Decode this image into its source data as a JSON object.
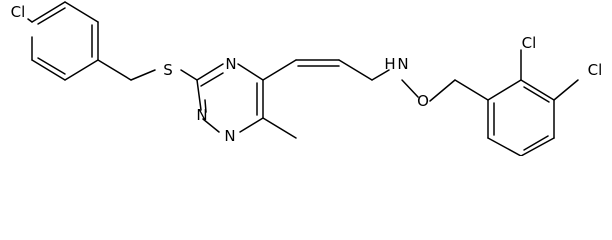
{
  "structure": {
    "atoms": {
      "cl_left": "Cl",
      "sulfur": "S",
      "n1": "N",
      "n2": "N",
      "n3": "N",
      "nh": "N",
      "h_on_n": "H",
      "oxygen": "O",
      "cl_upper": "Cl",
      "cl_right": "Cl"
    }
  }
}
